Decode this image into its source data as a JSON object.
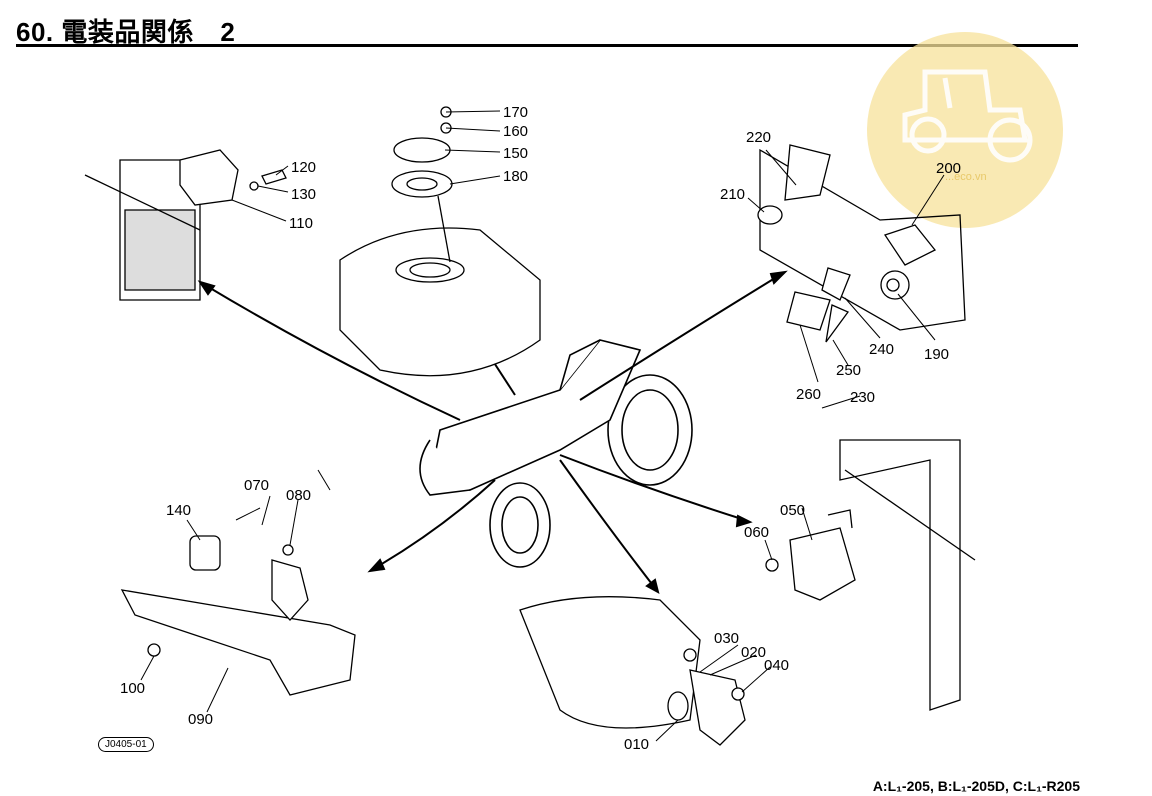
{
  "header": {
    "title": "60. 電装品関係　2"
  },
  "footer": {
    "variants": "A:L₁-205, B:L₁-205D, C:L₁-R205"
  },
  "ref_code": "J0405-01",
  "watermark": {
    "text": "...eco.vn",
    "color": "#f7e29a"
  },
  "parts": [
    {
      "id": "p010",
      "label": "010"
    },
    {
      "id": "p020",
      "label": "020"
    },
    {
      "id": "p030",
      "label": "030"
    },
    {
      "id": "p040",
      "label": "040"
    },
    {
      "id": "p050",
      "label": "050"
    },
    {
      "id": "p060",
      "label": "060"
    },
    {
      "id": "p070",
      "label": "070"
    },
    {
      "id": "p080",
      "label": "080"
    },
    {
      "id": "p090",
      "label": "090"
    },
    {
      "id": "p100",
      "label": "100"
    },
    {
      "id": "p110",
      "label": "110"
    },
    {
      "id": "p120",
      "label": "120"
    },
    {
      "id": "p130",
      "label": "130"
    },
    {
      "id": "p140",
      "label": "140"
    },
    {
      "id": "p150",
      "label": "150"
    },
    {
      "id": "p160",
      "label": "160"
    },
    {
      "id": "p170",
      "label": "170"
    },
    {
      "id": "p180",
      "label": "180"
    },
    {
      "id": "p190",
      "label": "190"
    },
    {
      "id": "p200",
      "label": "200"
    },
    {
      "id": "p210",
      "label": "210"
    },
    {
      "id": "p220",
      "label": "220"
    },
    {
      "id": "p230",
      "label": "230"
    },
    {
      "id": "p240",
      "label": "240"
    },
    {
      "id": "p250",
      "label": "250"
    },
    {
      "id": "p260",
      "label": "260"
    }
  ]
}
